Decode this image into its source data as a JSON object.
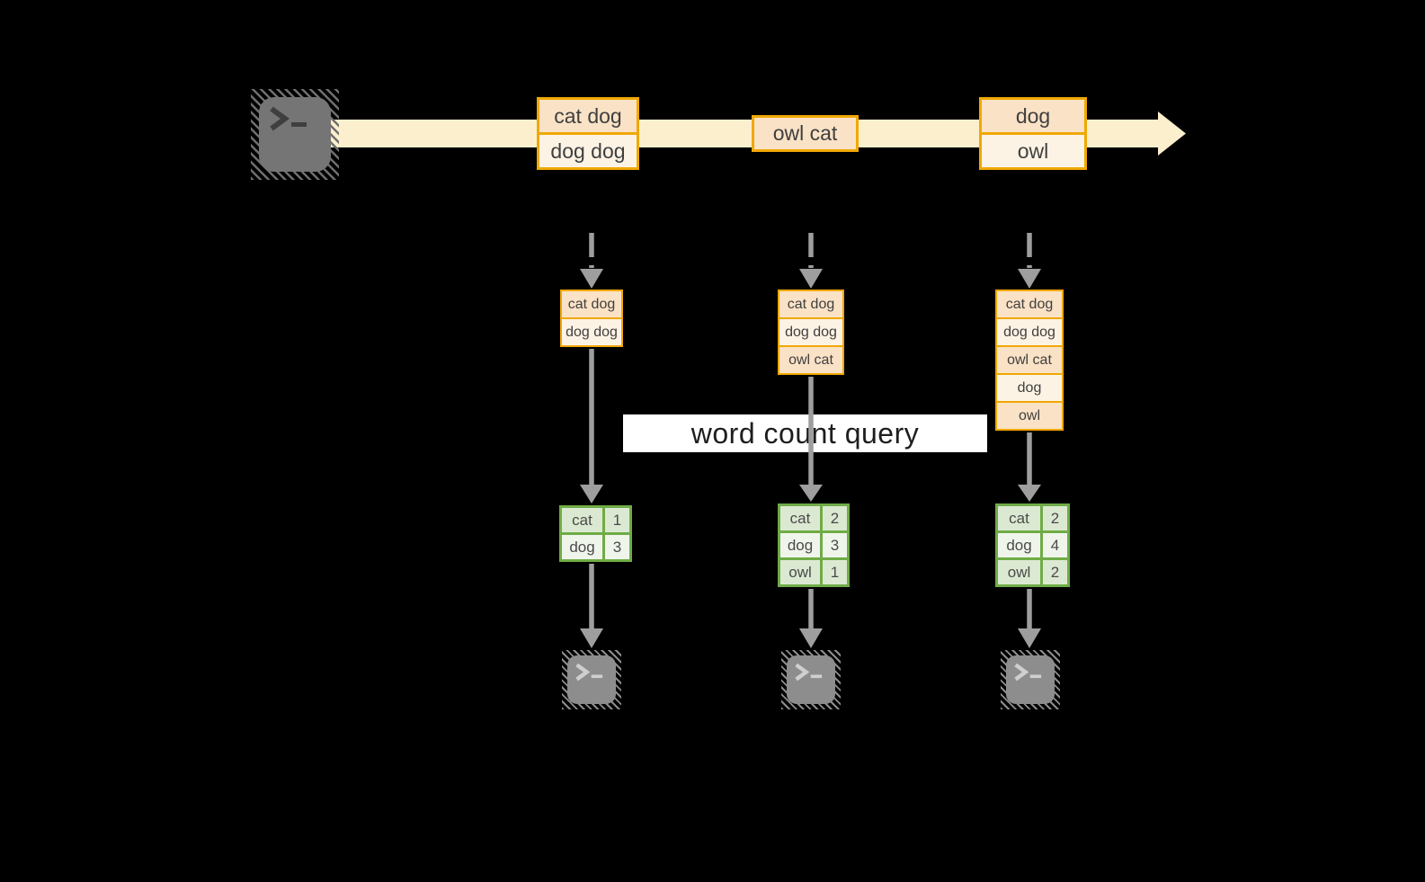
{
  "banner": {
    "label": "word count query"
  },
  "stream": {
    "source_icon": "terminal",
    "events": [
      {
        "lines": [
          "cat dog",
          "dog dog"
        ]
      },
      {
        "lines": [
          "owl cat"
        ]
      },
      {
        "lines": [
          "dog",
          "owl"
        ]
      }
    ]
  },
  "tasks": [
    {
      "buffer": [
        "cat dog",
        "dog dog"
      ],
      "counts": [
        {
          "word": "cat",
          "value": "1"
        },
        {
          "word": "dog",
          "value": "3"
        }
      ]
    },
    {
      "buffer": [
        "cat dog",
        "dog dog",
        "owl cat"
      ],
      "counts": [
        {
          "word": "cat",
          "value": "2"
        },
        {
          "word": "dog",
          "value": "3"
        },
        {
          "word": "owl",
          "value": "1"
        }
      ]
    },
    {
      "buffer": [
        "cat dog",
        "dog dog",
        "owl cat",
        "dog",
        "owl"
      ],
      "counts": [
        {
          "word": "cat",
          "value": "2"
        },
        {
          "word": "dog",
          "value": "4"
        },
        {
          "word": "owl",
          "value": "2"
        }
      ]
    }
  ],
  "colors": {
    "background": "#000000",
    "stream_band": "#fcefce",
    "event_border": "#f0a802",
    "event_fill_dark": "#fae2c6",
    "event_fill_light": "#fdf3e5",
    "table_border": "#6fac46",
    "table_fill_dark": "#dce9d2",
    "table_fill_light": "#f0f5ec",
    "arrow_gray": "#9e9e9e",
    "terminal_gray": "#757575"
  }
}
